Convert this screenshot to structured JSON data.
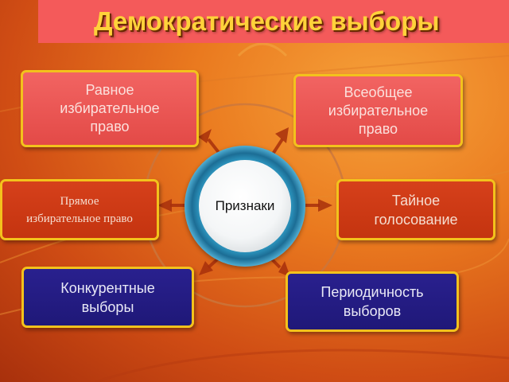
{
  "title": "Демократические выборы",
  "center": {
    "label": "Признаки"
  },
  "boxes": {
    "equal": {
      "line1": "Равное",
      "line2": "избирательное",
      "line3": "право"
    },
    "universal": {
      "line1": "Всеобщее",
      "line2": "избирательное",
      "line3": "право"
    },
    "direct": {
      "line1": "Прямое",
      "line2": "избирательное право"
    },
    "secret": {
      "line1": "Тайное",
      "line2": "голосование"
    },
    "competitive": {
      "line1": "Конкурентные",
      "line2": "выборы"
    },
    "periodic": {
      "line1": "Периодичность",
      "line2": "выборов"
    }
  },
  "colors": {
    "title_text": "#ffd23a",
    "title_bar": "#f45a5a",
    "box_border": "#f3c21c",
    "box_red": "#e95552",
    "box_darkred": "#cc3a14",
    "box_navy": "#241c84",
    "center_ring": "#2a8fb8"
  }
}
